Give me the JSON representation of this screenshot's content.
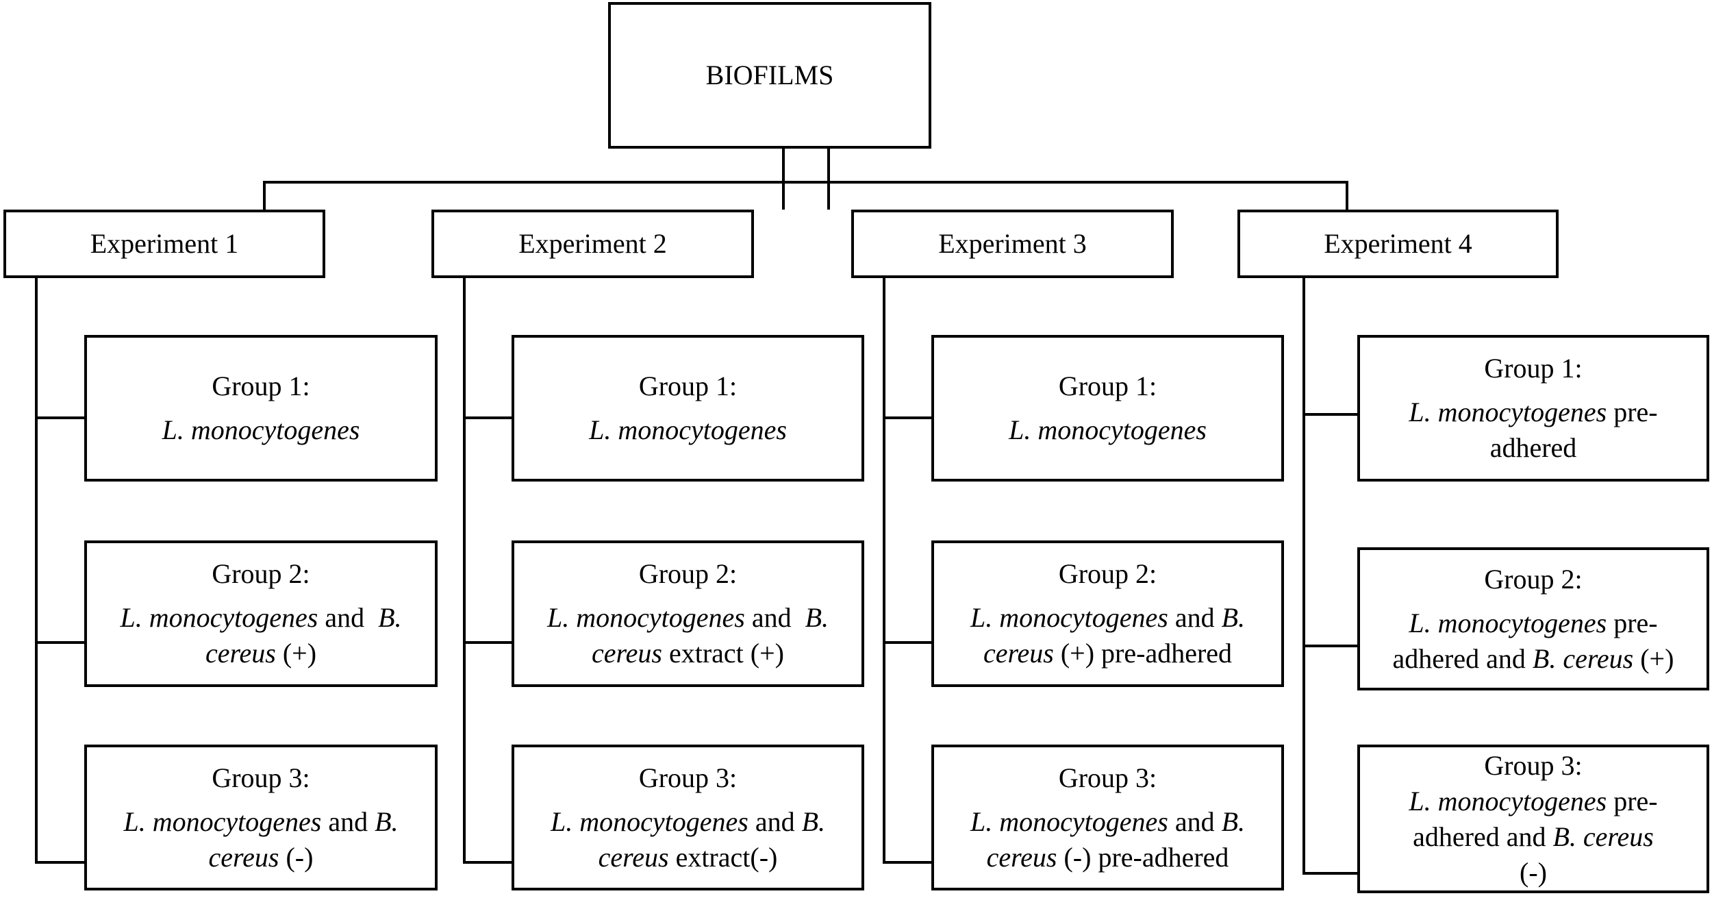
{
  "root": {
    "label": "BIOFILMS"
  },
  "experiments": [
    {
      "label": "Experiment 1",
      "groups": [
        {
          "title": "Group 1:",
          "lines": [
            [
              {
                "t": "L. monocytogenes",
                "i": true
              }
            ]
          ]
        },
        {
          "title": "Group 2:",
          "lines": [
            [
              {
                "t": "L. monocytogenes",
                "i": true
              },
              {
                "t": " and  ",
                "i": false
              },
              {
                "t": "B.",
                "i": true
              }
            ],
            [
              {
                "t": "cereus",
                "i": true
              },
              {
                "t": " (+)",
                "i": false
              }
            ]
          ]
        },
        {
          "title": "Group 3:",
          "lines": [
            [
              {
                "t": "L. monocytogenes",
                "i": true
              },
              {
                "t": " and ",
                "i": false
              },
              {
                "t": "B.",
                "i": true
              }
            ],
            [
              {
                "t": "cereus",
                "i": true
              },
              {
                "t": " (-)",
                "i": false
              }
            ]
          ]
        }
      ]
    },
    {
      "label": "Experiment 2",
      "groups": [
        {
          "title": "Group 1:",
          "lines": [
            [
              {
                "t": "L. monocytogenes",
                "i": true
              }
            ]
          ]
        },
        {
          "title": "Group 2:",
          "lines": [
            [
              {
                "t": "L. monocytogenes",
                "i": true
              },
              {
                "t": " and  ",
                "i": false
              },
              {
                "t": "B.",
                "i": true
              }
            ],
            [
              {
                "t": "cereus",
                "i": true
              },
              {
                "t": " extract (+)",
                "i": false
              }
            ]
          ]
        },
        {
          "title": "Group 3:",
          "lines": [
            [
              {
                "t": "L. monocytogenes",
                "i": true
              },
              {
                "t": " and ",
                "i": false
              },
              {
                "t": "B.",
                "i": true
              }
            ],
            [
              {
                "t": "cereus",
                "i": true
              },
              {
                "t": " extract(-)",
                "i": false
              }
            ]
          ]
        }
      ]
    },
    {
      "label": "Experiment 3",
      "groups": [
        {
          "title": "Group 1:",
          "lines": [
            [
              {
                "t": "L. monocytogenes",
                "i": true
              }
            ]
          ]
        },
        {
          "title": "Group 2:",
          "lines": [
            [
              {
                "t": "L. monocytogenes",
                "i": true
              },
              {
                "t": " and ",
                "i": false
              },
              {
                "t": "B.",
                "i": true
              }
            ],
            [
              {
                "t": "cereus",
                "i": true
              },
              {
                "t": " (+) pre-adhered",
                "i": false
              }
            ]
          ]
        },
        {
          "title": "Group 3:",
          "lines": [
            [
              {
                "t": "L. monocytogenes",
                "i": true
              },
              {
                "t": " and ",
                "i": false
              },
              {
                "t": "B.",
                "i": true
              }
            ],
            [
              {
                "t": "cereus",
                "i": true
              },
              {
                "t": " (-) pre-adhered",
                "i": false
              }
            ]
          ]
        }
      ]
    },
    {
      "label": "Experiment 4",
      "groups": [
        {
          "title": "Group 1:",
          "lines": [
            [
              {
                "t": "L. monocytogenes",
                "i": true
              },
              {
                "t": " pre-",
                "i": false
              }
            ],
            [
              {
                "t": "adhered",
                "i": false
              }
            ]
          ]
        },
        {
          "title": "Group 2:",
          "lines": [
            [
              {
                "t": "L. monocytogenes",
                "i": true
              },
              {
                "t": " pre-",
                "i": false
              }
            ],
            [
              {
                "t": "adhered and ",
                "i": false
              },
              {
                "t": "B. cereus",
                "i": true
              },
              {
                "t": " (+)",
                "i": false
              }
            ]
          ]
        },
        {
          "title": "Group 3:",
          "lines": [
            [
              {
                "t": "L. monocytogenes",
                "i": true
              },
              {
                "t": " pre-",
                "i": false
              }
            ],
            [
              {
                "t": "adhered and ",
                "i": false
              },
              {
                "t": "B. cereus",
                "i": true
              }
            ],
            [
              {
                "t": "(-)",
                "i": false
              }
            ]
          ]
        }
      ]
    }
  ]
}
